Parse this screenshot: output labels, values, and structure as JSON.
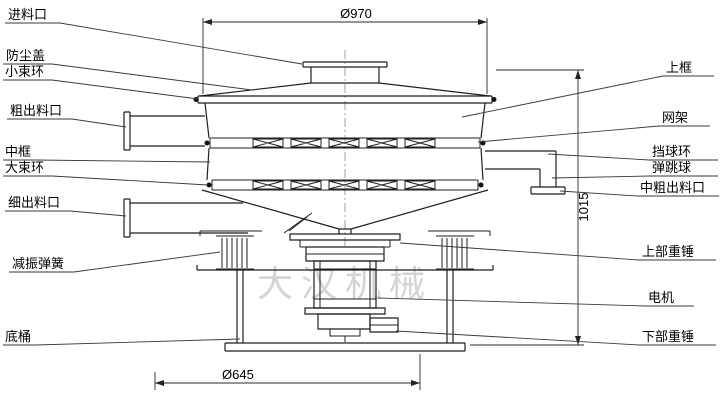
{
  "watermark_text": "大汉机械",
  "dimensions": {
    "top_diameter": "Ø970",
    "bottom_diameter": "Ø645",
    "overall_height": "1015"
  },
  "labels_left": [
    {
      "text": "进料口"
    },
    {
      "text": "防尘盖"
    },
    {
      "text": "小束环"
    },
    {
      "text": "粗出料口"
    },
    {
      "text": "中框"
    },
    {
      "text": "大束环"
    },
    {
      "text": "细出料口"
    },
    {
      "text": "减振弹簧"
    },
    {
      "text": "底桶"
    }
  ],
  "labels_right": [
    {
      "text": "上框"
    },
    {
      "text": "网架"
    },
    {
      "text": "挡球环"
    },
    {
      "text": "弹跳球"
    },
    {
      "text": "中粗出料口"
    },
    {
      "text": "上部重锤"
    },
    {
      "text": "电机"
    },
    {
      "text": "下部重锤"
    }
  ]
}
